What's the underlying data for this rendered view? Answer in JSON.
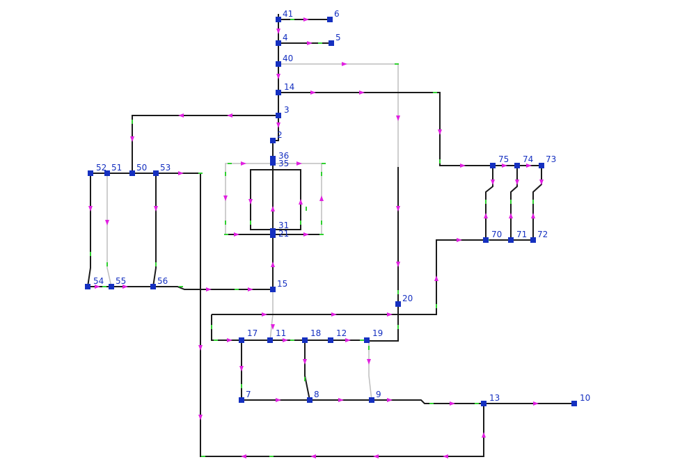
{
  "colors": {
    "line": "#1a1a1a",
    "line_light": "#bdbdbd",
    "node": "#1530c0",
    "arrow": "#e020e0",
    "marker": "#30d030",
    "background": "#ffffff"
  },
  "nodes": [
    {
      "id": "41",
      "label": "41"
    },
    {
      "id": "6",
      "label": "6"
    },
    {
      "id": "4",
      "label": "4"
    },
    {
      "id": "5",
      "label": "5"
    },
    {
      "id": "40",
      "label": "40"
    },
    {
      "id": "14",
      "label": "14"
    },
    {
      "id": "3",
      "label": "3"
    },
    {
      "id": "2",
      "label": "2"
    },
    {
      "id": "36",
      "label": "36"
    },
    {
      "id": "35",
      "label": "35"
    },
    {
      "id": "31",
      "label": "31"
    },
    {
      "id": "21",
      "label": "21"
    },
    {
      "id": "52",
      "label": "52"
    },
    {
      "id": "51",
      "label": "51"
    },
    {
      "id": "50",
      "label": "50"
    },
    {
      "id": "53",
      "label": "53"
    },
    {
      "id": "54",
      "label": "54"
    },
    {
      "id": "55",
      "label": "55"
    },
    {
      "id": "56",
      "label": "56"
    },
    {
      "id": "15",
      "label": "15"
    },
    {
      "id": "75",
      "label": "75"
    },
    {
      "id": "74",
      "label": "74"
    },
    {
      "id": "73",
      "label": "73"
    },
    {
      "id": "70",
      "label": "70"
    },
    {
      "id": "71",
      "label": "71"
    },
    {
      "id": "72",
      "label": "72"
    },
    {
      "id": "20",
      "label": "20"
    },
    {
      "id": "17",
      "label": "17"
    },
    {
      "id": "11",
      "label": "11"
    },
    {
      "id": "18",
      "label": "18"
    },
    {
      "id": "12",
      "label": "12"
    },
    {
      "id": "19",
      "label": "19"
    },
    {
      "id": "7",
      "label": "7"
    },
    {
      "id": "8",
      "label": "8"
    },
    {
      "id": "9",
      "label": "9"
    },
    {
      "id": "13",
      "label": "13"
    },
    {
      "id": "10",
      "label": "10"
    }
  ]
}
